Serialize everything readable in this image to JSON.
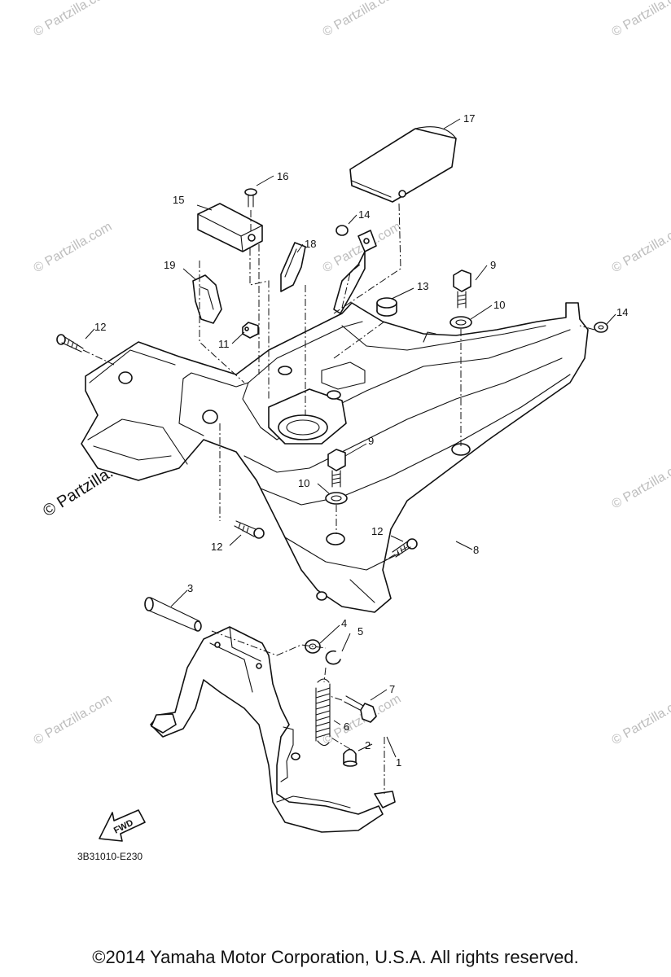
{
  "diagram_code": "3B31010-E230",
  "copyright": "©2014 Yamaha Motor Corporation, U.S.A. All rights reserved.",
  "fwd_label": "FWD",
  "watermarks": {
    "small": "© Partzilla.com",
    "large": "© Partzilla.com"
  },
  "callouts": {
    "c1": "1",
    "c2": "2",
    "c3": "3",
    "c4": "4",
    "c5": "5",
    "c6": "6",
    "c7": "7",
    "c8": "8",
    "c9a": "9",
    "c9b": "9",
    "c10a": "10",
    "c10b": "10",
    "c11": "11",
    "c12a": "12",
    "c12b": "12",
    "c12c": "12",
    "c13": "13",
    "c14a": "14",
    "c14b": "14",
    "c15": "15",
    "c16": "16",
    "c17": "17",
    "c18": "18",
    "c19": "19"
  }
}
